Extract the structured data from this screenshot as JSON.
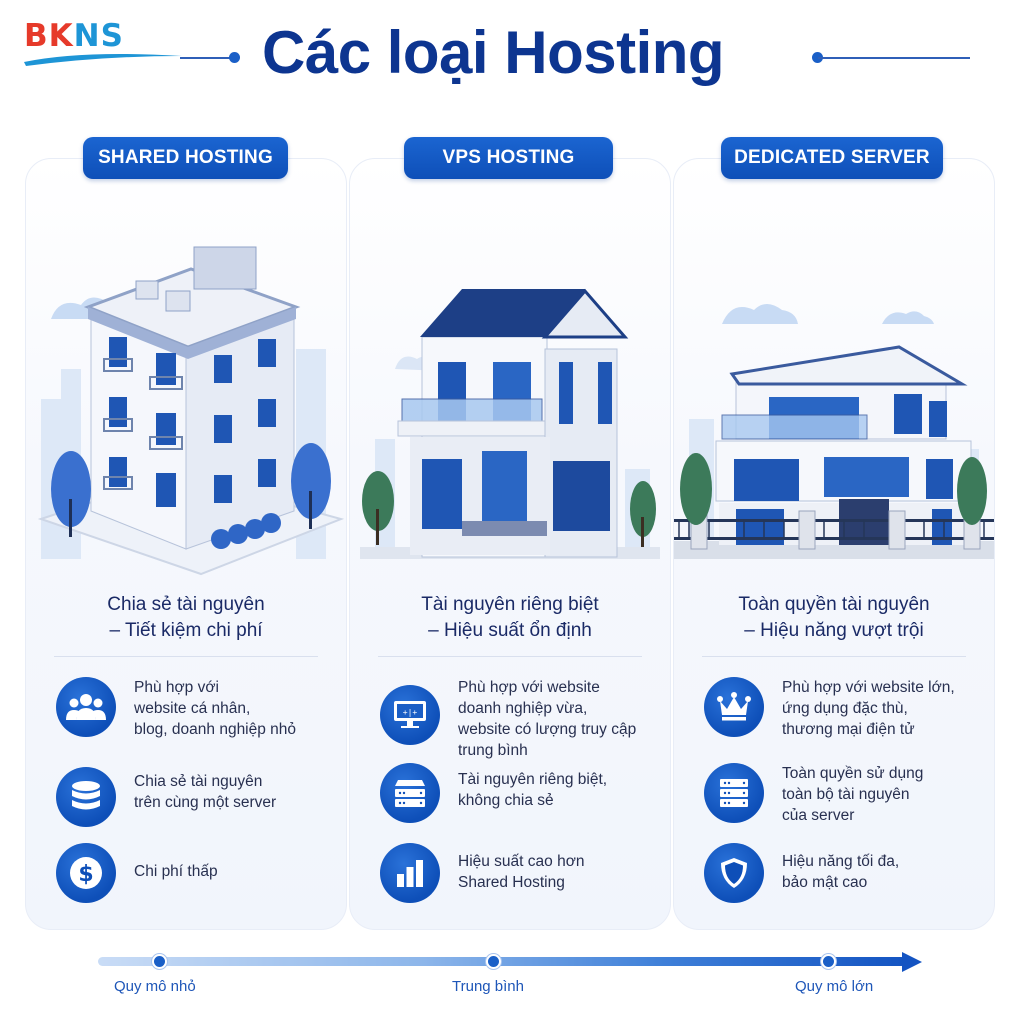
{
  "brand": {
    "logo_part1": "BK",
    "logo_part2": "NS",
    "colors": {
      "red": "#e63a2a",
      "blue": "#1e95d6"
    }
  },
  "header": {
    "title": "Các loại Hosting",
    "title_color": "#0d3590"
  },
  "columns": [
    {
      "badge": "SHARED HOSTING",
      "illustration": "apartment-building",
      "tagline_line1": "Chia sẻ tài nguyên",
      "tagline_line2": "– Tiết kiệm chi phí",
      "features": [
        {
          "icon": "users-icon",
          "lines": [
            "Phù hợp với",
            "website cá nhân,",
            "blog, doanh nghiệp nhỏ"
          ]
        },
        {
          "icon": "database-icon",
          "lines": [
            "Chia sẻ tài nguyên",
            "trên cùng một server"
          ]
        },
        {
          "icon": "dollar-icon",
          "lines": [
            "Chi phí thấp"
          ]
        }
      ]
    },
    {
      "badge": "VPS HOSTING",
      "illustration": "two-story-house",
      "tagline_line1": "Tài nguyên riêng biệt",
      "tagline_line2": "– Hiệu suất ổn định",
      "features": [
        {
          "icon": "monitor-icon",
          "lines": [
            "Phù hợp với website",
            "doanh nghiệp vừa,",
            "website có lượng truy cập",
            "trung bình"
          ]
        },
        {
          "icon": "server-icon",
          "lines": [
            "Tài nguyên riêng biệt,",
            "không chia sẻ"
          ]
        },
        {
          "icon": "bar-chart-icon",
          "lines": [
            "Hiệu suất cao hơn",
            "Shared Hosting"
          ]
        }
      ]
    },
    {
      "badge": "DEDICATED SERVER",
      "illustration": "luxury-villa",
      "tagline_line1": "Toàn quyền tài nguyên",
      "tagline_line2": "– Hiệu năng vượt trội",
      "features": [
        {
          "icon": "crown-icon",
          "lines": [
            "Phù hợp với website lớn,",
            "ứng dụng đặc thù,",
            "thương mại điện tử"
          ]
        },
        {
          "icon": "server-icon",
          "lines": [
            "Toàn quyền sử dụng",
            "toàn bộ tài nguyên",
            "của server"
          ]
        },
        {
          "icon": "shield-icon",
          "lines": [
            "Hiệu năng tối đa,",
            "bảo mật cao"
          ]
        }
      ]
    }
  ],
  "scale": {
    "labels": [
      "Quy mô nhỏ",
      "Trung bình",
      "Quy mô lớn"
    ]
  },
  "colors": {
    "primary": "#0e4fb8",
    "accent": "#1a5fc7",
    "text": "#283050",
    "card_bg": "#f3f6fc"
  }
}
